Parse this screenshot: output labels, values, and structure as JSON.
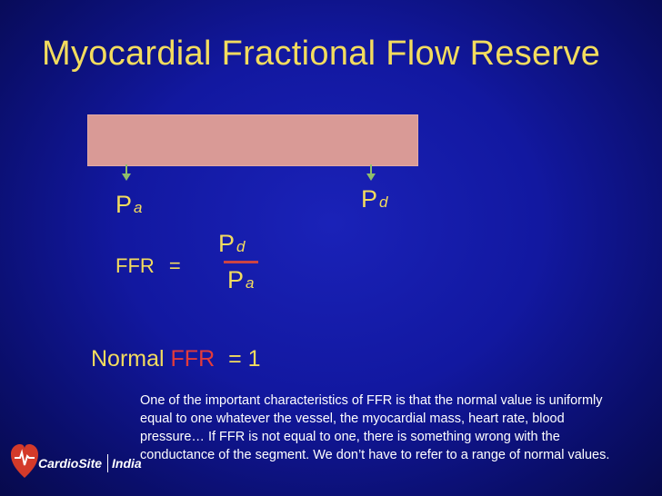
{
  "slide": {
    "title": "Myocardial Fractional Flow Reserve",
    "labels": {
      "pa_main": "P",
      "pa_sub": "a",
      "pd_main": "P",
      "pd_sub": "d"
    },
    "formula": {
      "lhs": "FFR  =",
      "num_main": "P",
      "num_sub": "d",
      "den_main": "P",
      "den_sub": "a"
    },
    "normal": {
      "prefix": "Normal",
      "ffr": "FFR",
      "suffix": "=  1"
    },
    "description": "One of the important characteristics of FFR is that the normal value is uniformly equal to one whatever the vessel, the myocardial mass, heart rate, blood pressure… If FFR is not equal to one, there is something wrong with the conductance of the segment. We don’t have to refer to a range of normal values.",
    "logo": {
      "name": "CardioSite",
      "region": "India"
    }
  },
  "colors": {
    "title": "#f3dc5e",
    "bar": "#d99a96",
    "arrow": "#8fbf6a",
    "ffr_red": "#e33b3b",
    "background": "#1218a0"
  }
}
